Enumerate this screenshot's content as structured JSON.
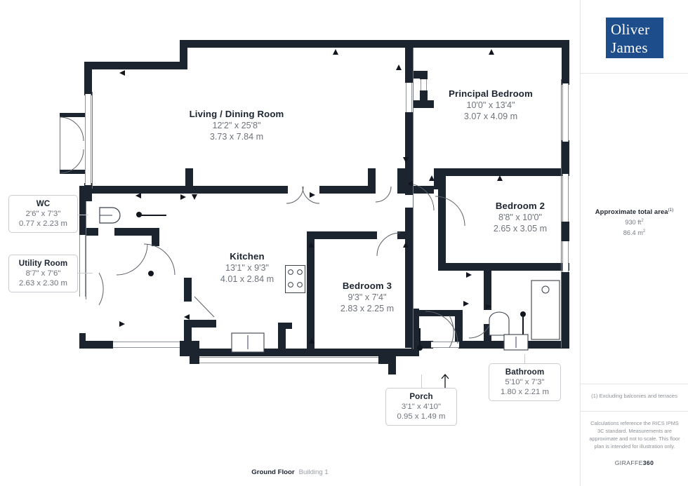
{
  "brand": {
    "logo_line1": "Oliver",
    "logo_line2": "James",
    "logo_color": "#1e4d8c"
  },
  "sidebar": {
    "area_title": "Approximate total area",
    "area_title_sup": "(1)",
    "area_sqft": "930 ft",
    "area_sqft_sup": "2",
    "area_sqm": "86.4 m",
    "area_sqm_sup": "2",
    "footnote": "(1) Excluding balconies and terraces",
    "disclaimer": "Calculations reference the RICS IPMS 3C standard. Measurements are approximate and not to scale. This floor plan is intended for illustration only.",
    "provider_prefix": "GIRAFFE",
    "provider_suffix": "360"
  },
  "footer": {
    "floor": "Ground Floor",
    "building": "Building 1"
  },
  "wall_color": "#1c2430",
  "rooms": [
    {
      "name": "Living / Dining Room",
      "imperial": "12'2\" x 25'8\"",
      "metric": "3.73 x 7.84 m"
    },
    {
      "name": "Principal Bedroom",
      "imperial": "10'0\" x 13'4\"",
      "metric": "3.07 x 4.09 m"
    },
    {
      "name": "Bedroom 2",
      "imperial": "8'8\" x 10'0\"",
      "metric": "2.65 x 3.05 m"
    },
    {
      "name": "Kitchen",
      "imperial": "13'1\" x 9'3\"",
      "metric": "4.01 x 2.84 m"
    },
    {
      "name": "Bedroom 3",
      "imperial": "9'3\" x 7'4\"",
      "metric": "2.83 x 2.25 m"
    }
  ],
  "callouts": [
    {
      "name": "WC",
      "imperial": "2'6\" x 7'3\"",
      "metric": "0.77 x 2.23 m"
    },
    {
      "name": "Utility Room",
      "imperial": "8'7\" x 7'6\"",
      "metric": "2.63 x 2.30 m"
    },
    {
      "name": "Bathroom",
      "imperial": "5'10\" x 7'3\"",
      "metric": "1.80 x 2.21 m"
    },
    {
      "name": "Porch",
      "imperial": "3'1\" x 4'10\"",
      "metric": "0.95 x 1.49 m"
    }
  ],
  "icons": {
    "north_arrow": "north-arrow-icon"
  }
}
